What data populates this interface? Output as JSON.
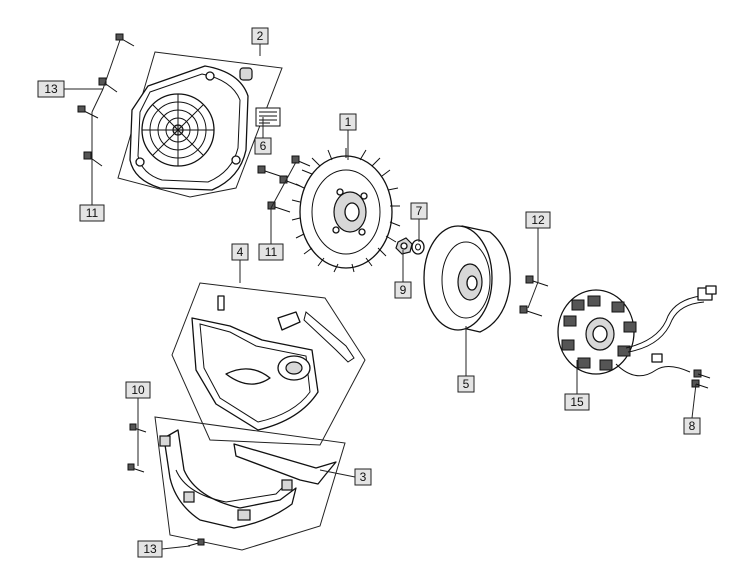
{
  "callouts": {
    "c1": "1",
    "c2": "2",
    "c3": "3",
    "c4": "4",
    "c5": "5",
    "c6": "6",
    "c7": "7",
    "c8": "8",
    "c9": "9",
    "c10": "10",
    "c11a": "11",
    "c11b": "11",
    "c12": "12",
    "c13a": "13",
    "c13b": "13",
    "c15": "15"
  }
}
